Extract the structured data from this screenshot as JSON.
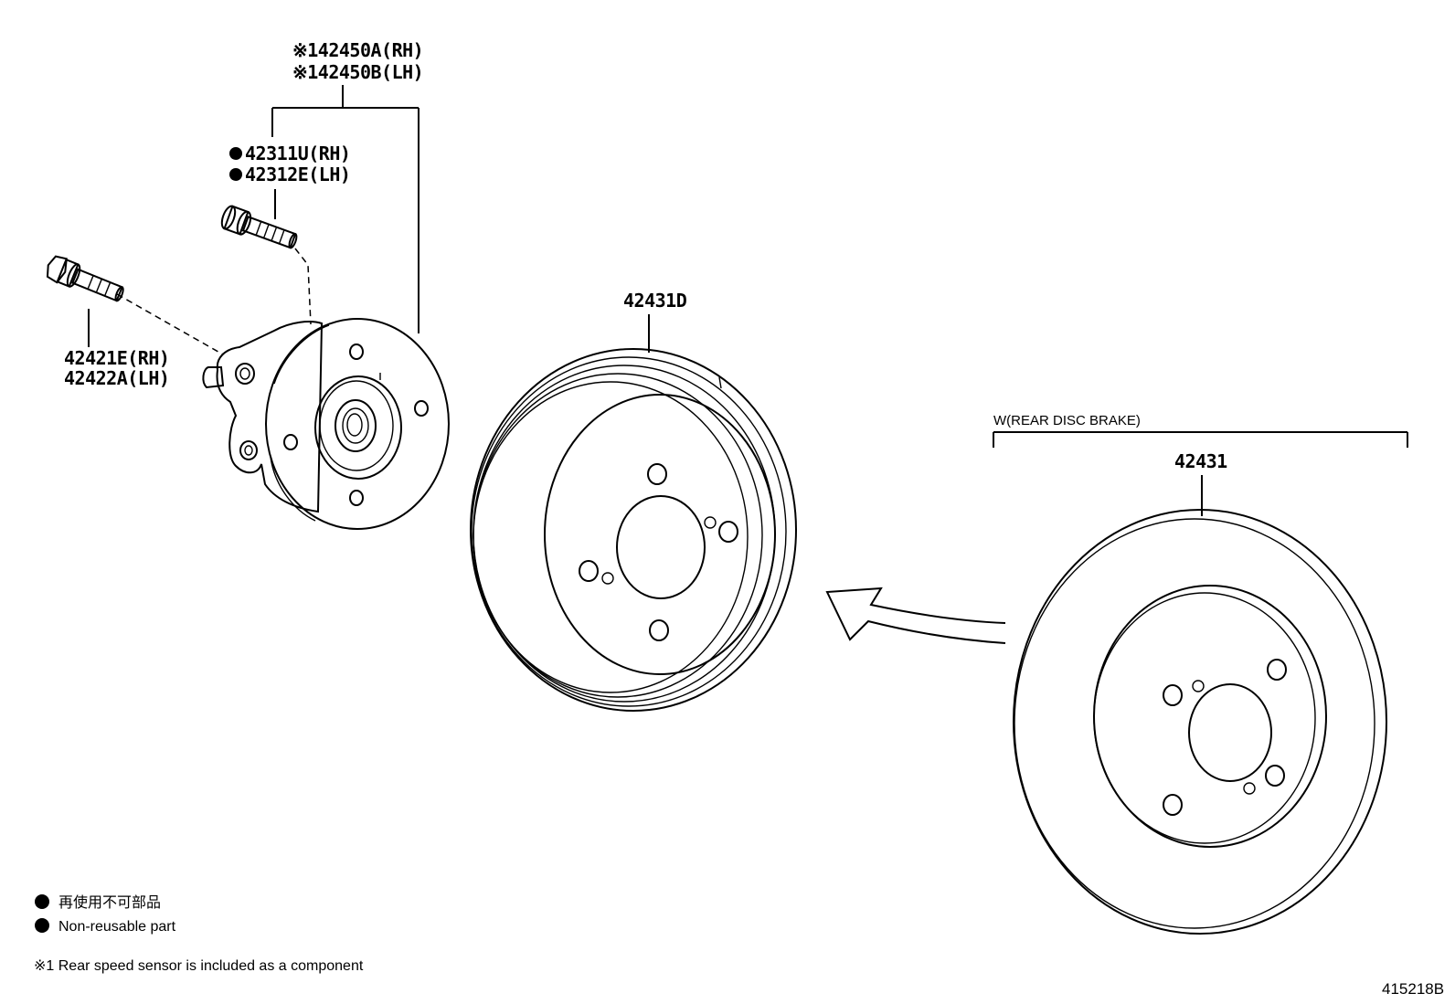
{
  "callouts": {
    "sensor_rh": "※142450A(RH)",
    "sensor_lh": "※142450B(LH)",
    "hub_bolt_rh": "42311U(RH)",
    "hub_bolt_lh": "42312E(LH)",
    "bolt_rh": "42421E(RH)",
    "bolt_lh": "42422A(LH)",
    "drum": "42431D",
    "disc_group": "W(REAR DISC BRAKE)",
    "disc": "42431"
  },
  "legend": {
    "non_reusable_jp": "再使用不可部品",
    "non_reusable_en": "Non-reusable part",
    "footnote": "※1 Rear speed sensor is included as a component"
  },
  "figure_id": "415218B"
}
